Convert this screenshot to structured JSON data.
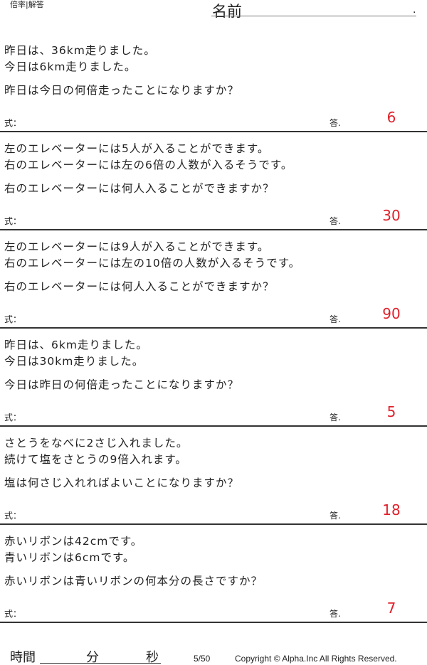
{
  "header": {
    "title": "倍率|解答",
    "name_label": "名前",
    "name_dot": "."
  },
  "labels": {
    "shiki": "式：",
    "kotae": "答."
  },
  "problems": [
    {
      "line1": "昨日は、36km走りました。",
      "line2": "今日は6km走りました。",
      "question": "昨日は今日の何倍走ったことになりますか？",
      "answer": "6"
    },
    {
      "line1": "左のエレベーターには5人が入ることができます。",
      "line2": "右のエレベーターには左の6倍の人数が入るそうです。",
      "question": "右のエレベーターには何人入ることができますか？",
      "answer": "30"
    },
    {
      "line1": "左のエレベーターには9人が入ることができます。",
      "line2": "右のエレベーターには左の10倍の人数が入るそうです。",
      "question": "右のエレベーターには何人入ることができますか？",
      "answer": "90"
    },
    {
      "line1": "昨日は、6km走りました。",
      "line2": "今日は30km走りました。",
      "question": "今日は昨日の何倍走ったことになりますか？",
      "answer": "5"
    },
    {
      "line1": "さとうをなべに2さじ入れました。",
      "line2": "続けて塩をさとうの9倍入れます。",
      "question": "塩は何さじ入れればよいことになりますか？",
      "answer": "18"
    },
    {
      "line1": "赤いリボンは42cmです。",
      "line2": "青いリボンは6cmです。",
      "question": "赤いリボンは青いリボンの何本分の長さですか？",
      "answer": "7"
    }
  ],
  "footer": {
    "time": "時間",
    "minutes": "分",
    "seconds": "秒",
    "page": "5/50",
    "copyright": "Copyright ©  Alpha.Inc All Rights Reserved."
  },
  "colors": {
    "answer": "#e0202a"
  }
}
